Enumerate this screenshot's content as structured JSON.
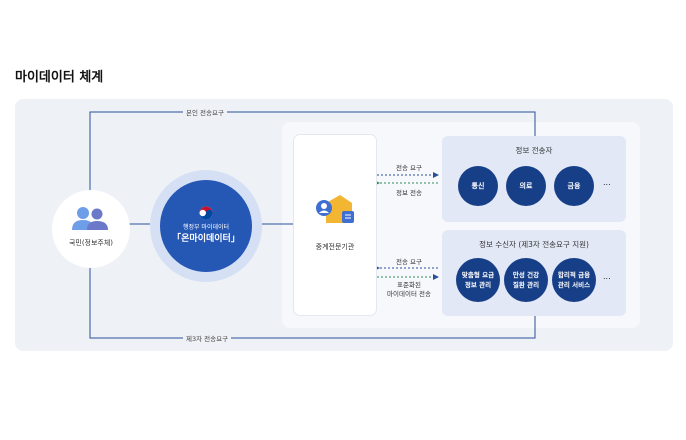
{
  "title": "마이데이터 체계",
  "lines": {
    "top_label": "본인 전송요구",
    "bottom_label": "제3자 전송요구"
  },
  "citizen": {
    "label": "국민(정보주체)"
  },
  "platform": {
    "ministry": "행정부 마이데이터",
    "name": "「온마이데이터」"
  },
  "intermediary": {
    "label": "중계전문기관"
  },
  "arrows": {
    "request_top": "전송 요구",
    "send_top": "정보 전송",
    "request_bottom": "전송 요구",
    "send_bottom_line1": "표준화된",
    "send_bottom_line2": "마이데이터 전송"
  },
  "sender": {
    "title": "정보 전송자",
    "items": [
      "통신",
      "의료",
      "금융"
    ],
    "more": "..."
  },
  "receiver": {
    "title": "정보 수신자 (제3자 전송요구 지원)",
    "items": [
      {
        "line1": "맞춤형 요금",
        "line2": "정보 관리"
      },
      {
        "line1": "만성 건강",
        "line2": "질환 관리"
      },
      {
        "line1": "합리적 금융",
        "line2": "관리 서비스"
      }
    ],
    "more": "..."
  },
  "colors": {
    "navy": "#173f88",
    "line": "#2a4f9b",
    "panel": "#eef1f6",
    "green": "#2e8b57"
  }
}
